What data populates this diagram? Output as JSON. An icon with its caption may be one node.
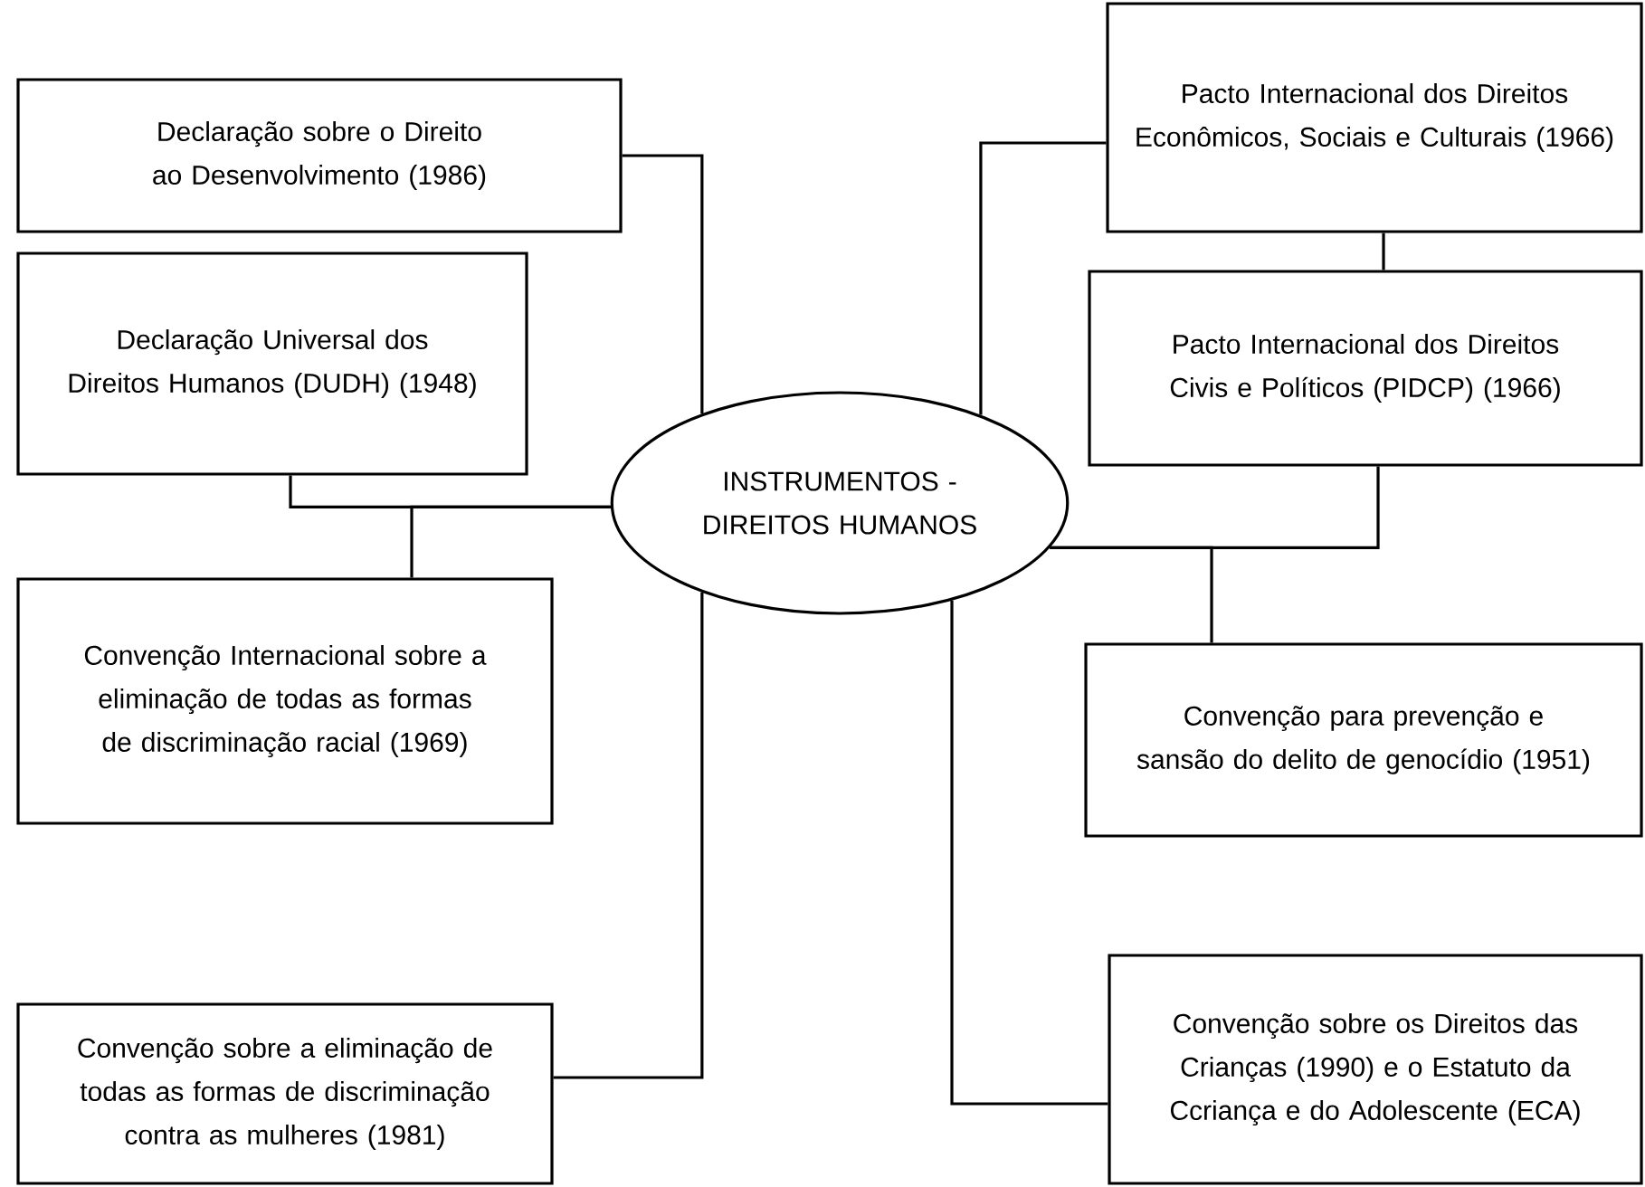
{
  "diagram": {
    "nodes": [
      {
        "text": [
          "INSTRUMENTOS - DIREITOS HUMANOS"
        ]
      },
      {
        "text": [
          "Declaração sobre o Direito ao Desenvolvimento (1986)"
        ]
      },
      {
        "text": [
          "Declaração Universal dos Direitos Humanos (DUDH) (1948)"
        ]
      },
      {
        "text": [
          "Convenção Internacional sobre a eliminação de todas as formas de discriminação racial (1969)"
        ]
      },
      {
        "text": [
          "Convenção sobre a eliminação de todas as formas de discriminação contra as mulheres (1981)"
        ]
      },
      {
        "text": [
          "Pacto Internacional dos Direitos Econômicos, Sociais e Culturais (1966)"
        ]
      },
      {
        "text": [
          "Pacto Internacional dos Direitos Civis e Políticos (PIDCP) (1966)"
        ]
      },
      {
        "text": [
          "Convenção para prevenção e sansão do delito de genocídio (1951)"
        ]
      },
      {
        "text": [
          "Convenção sobre os Direitos das Crianças (1990) e o Estatuto da Ccriança e do Adolescente (ECA)"
        ]
      }
    ],
    "edges": [
      {
        "from": 1,
        "to": 0,
        "arrow": "none"
      },
      {
        "from": 2,
        "to": 0,
        "arrow": "none"
      },
      {
        "from": 3,
        "to": 0,
        "arrow": "none"
      },
      {
        "from": 4,
        "to": 0,
        "arrow": "none"
      },
      {
        "from": 5,
        "to": 0,
        "arrow": "none"
      },
      {
        "from": 5,
        "to": 6,
        "arrow": "none"
      },
      {
        "from": 6,
        "to": 0,
        "arrow": "none"
      },
      {
        "from": 7,
        "to": 0,
        "arrow": "none"
      },
      {
        "from": 8,
        "to": 0,
        "arrow": "none"
      }
    ]
  }
}
